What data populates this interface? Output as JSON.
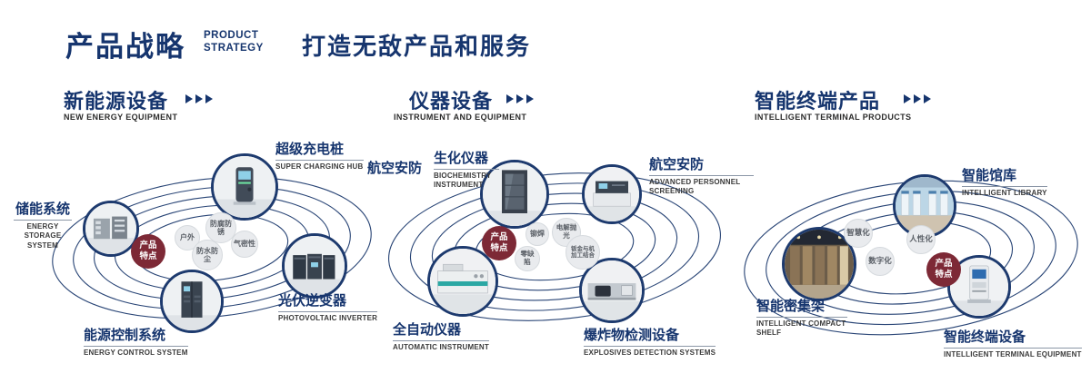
{
  "header": {
    "title": "产品战略",
    "title_en": [
      "PRODUCT",
      "STRATEGY"
    ],
    "slogan": "打造无敌产品和服务"
  },
  "sections": [
    {
      "title": "新能源设备",
      "subtitle": "NEW ENERGY EQUIPMENT",
      "badge": "产品特点",
      "features": [
        "户外",
        "防腐防锈",
        "气密性",
        "防水防尘"
      ],
      "products": [
        {
          "name": "超级充电桩",
          "en": "SUPER CHARGING HUB"
        },
        {
          "name": "储能系统",
          "en": "ENERGY STORAGE SYSTEM"
        },
        {
          "name": "光伏逆变器",
          "en": "PHOTOVOLTAIC INVERTER"
        },
        {
          "name": "能源控制系统",
          "en": "ENERGY CONTROL SYSTEM"
        }
      ]
    },
    {
      "title": "仪器设备",
      "subtitle": "INSTRUMENT AND EQUIPMENT",
      "badge": "产品特点",
      "aviation_label": "航空安防",
      "features": [
        "铆焊",
        "电解抛光",
        "零缺陷",
        "钣金与机加工结合"
      ],
      "products": [
        {
          "name": "生化仪器",
          "en": "BIOCHEMISTRY INSTRUMENT"
        },
        {
          "name": "航空安防",
          "en": "ADVANCED PERSONNEL SCREENING"
        },
        {
          "name": "全自动仪器",
          "en": "AUTOMATIC INSTRUMENT"
        },
        {
          "name": "爆炸物检测设备",
          "en": "EXPLOSIVES DETECTION SYSTEMS"
        }
      ]
    },
    {
      "title": "智能终端产品",
      "subtitle": "INTELLIGENT TERMINAL PRODUCTS",
      "badge": "产品特点",
      "features": [
        "智慧化",
        "人性化",
        "数字化"
      ],
      "products": [
        {
          "name": "智能馆库",
          "en": "INTELLIGENT LIBRARY"
        },
        {
          "name": "智能密集架",
          "en": "INTELLIGENT COMPACT SHELF"
        },
        {
          "name": "智能终端设备",
          "en": "INTELLIGENT TERMINAL EQUIPMENT"
        }
      ]
    }
  ],
  "colors": {
    "primary": "#16356e",
    "badge": "#7d2936"
  }
}
